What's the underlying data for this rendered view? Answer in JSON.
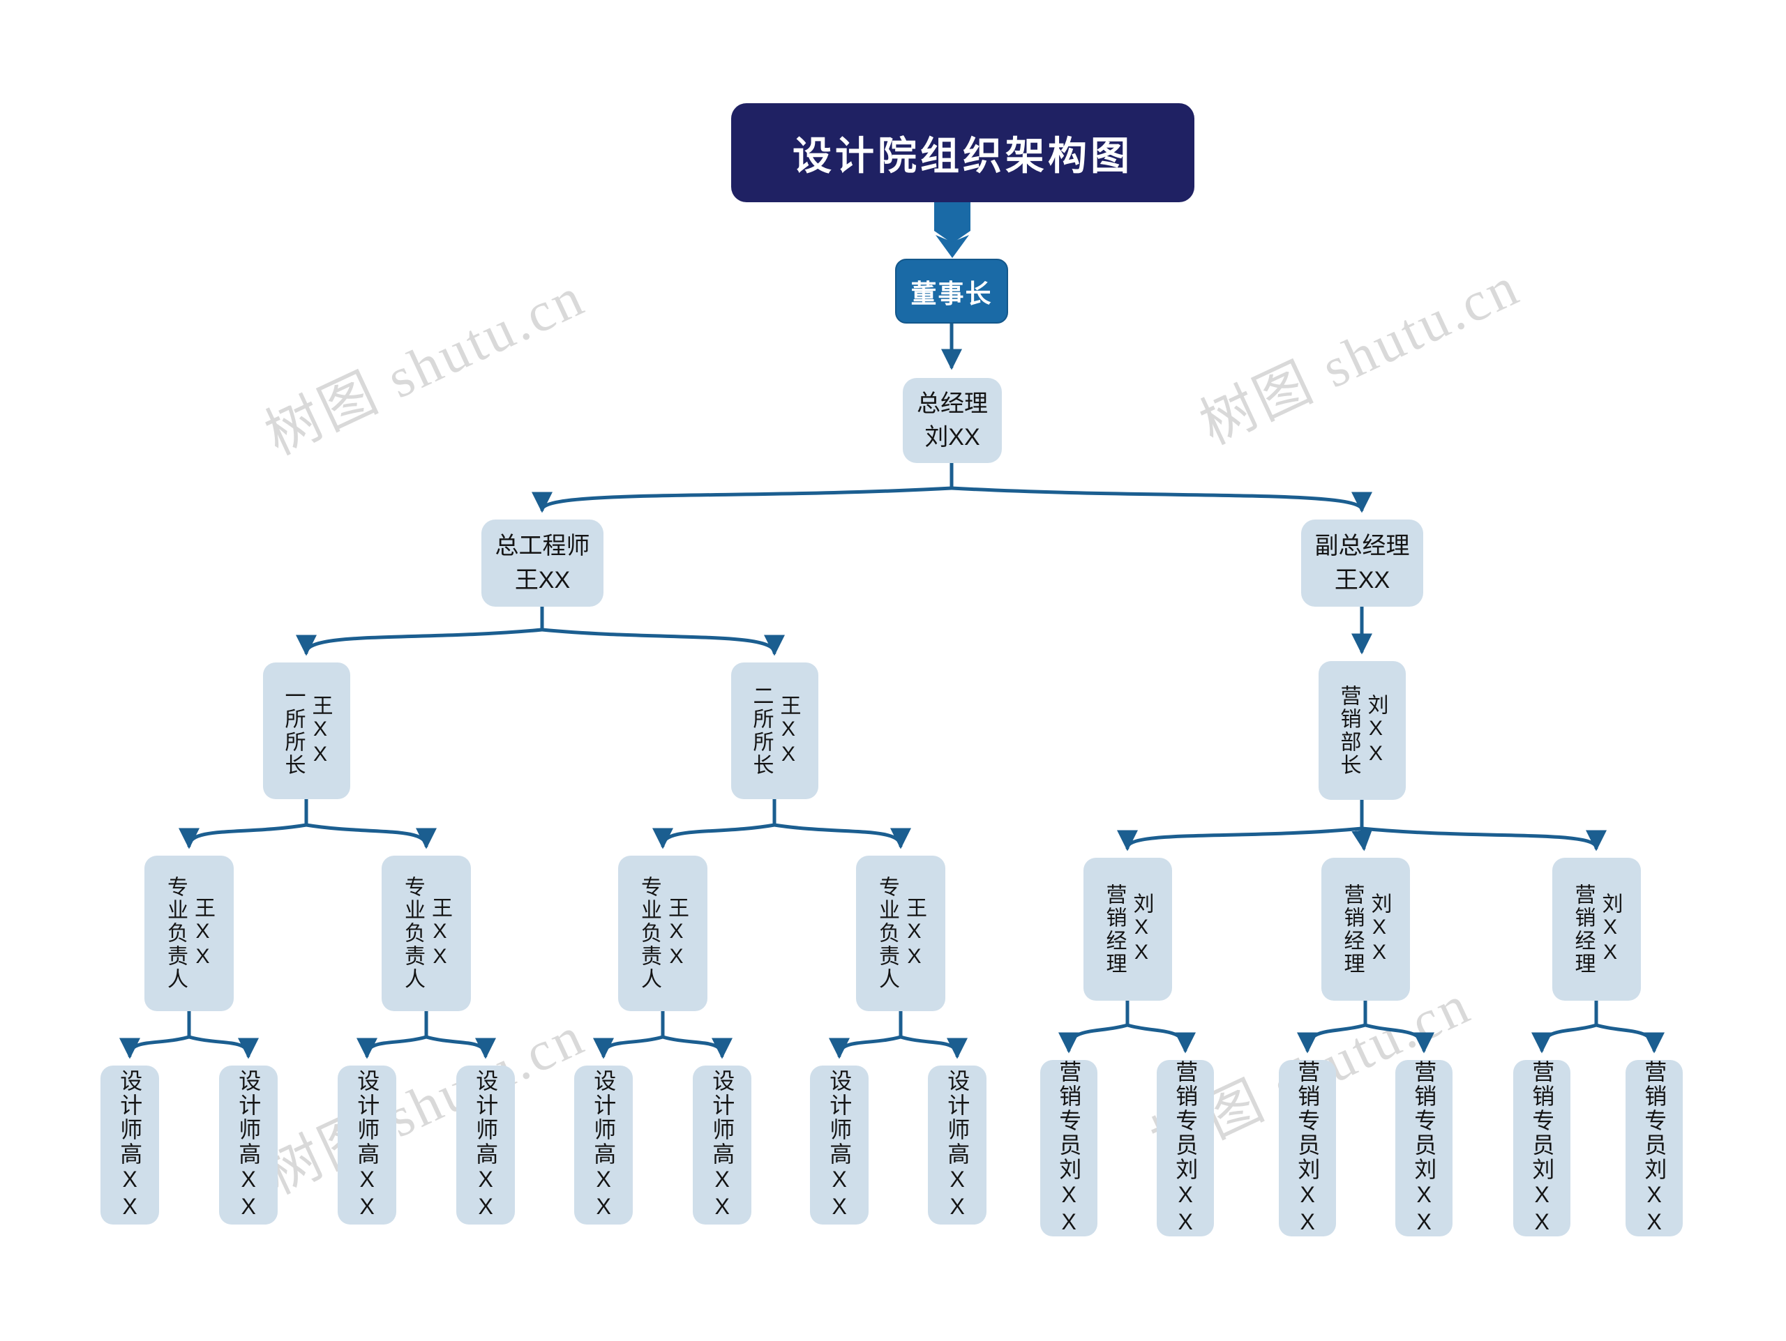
{
  "title": "设计院组织架构图",
  "watermark": {
    "text": "树图 shutu.cn"
  },
  "colors": {
    "title_bg": "#1f2163",
    "title_text": "#ffffff",
    "primary_bg": "#1a6aa6",
    "primary_text": "#ffffff",
    "node_bg": "#cfdeea",
    "node_text": "#141414",
    "connector": "#1b5e90",
    "watermark": "#d9d9d9"
  },
  "nodes": {
    "chairman": {
      "label": "董事长"
    },
    "general_manager": {
      "title": "总经理",
      "name": "刘XX"
    },
    "chief_engineer": {
      "title": "总工程师",
      "name": "王XX"
    },
    "deputy_general_manager": {
      "title": "副总经理",
      "name": "王XX"
    },
    "institute_1_director": {
      "title": "一所所长",
      "name": "王XX"
    },
    "institute_2_director": {
      "title": "二所所长",
      "name": "王XX"
    },
    "marketing_director": {
      "title": "营销部长",
      "name": "刘XX"
    },
    "professional_leads": [
      {
        "title": "专业负责人",
        "name": "王XX"
      },
      {
        "title": "专业负责人",
        "name": "王XX"
      },
      {
        "title": "专业负责人",
        "name": "王XX"
      },
      {
        "title": "专业负责人",
        "name": "王XX"
      }
    ],
    "marketing_managers": [
      {
        "title": "营销经理",
        "name": "刘XX"
      },
      {
        "title": "营销经理",
        "name": "刘XX"
      },
      {
        "title": "营销经理",
        "name": "刘XX"
      }
    ],
    "designers": [
      {
        "label": "设计师高XX"
      },
      {
        "label": "设计师高XX"
      },
      {
        "label": "设计师高XX"
      },
      {
        "label": "设计师高XX"
      },
      {
        "label": "设计师高XX"
      },
      {
        "label": "设计师高XX"
      },
      {
        "label": "设计师高XX"
      },
      {
        "label": "设计师高XX"
      }
    ],
    "marketing_specialists": [
      {
        "label": "营销专员刘XX"
      },
      {
        "label": "营销专员刘XX"
      },
      {
        "label": "营销专员刘XX"
      },
      {
        "label": "营销专员刘XX"
      },
      {
        "label": "营销专员刘XX"
      },
      {
        "label": "营销专员刘XX"
      }
    ]
  }
}
